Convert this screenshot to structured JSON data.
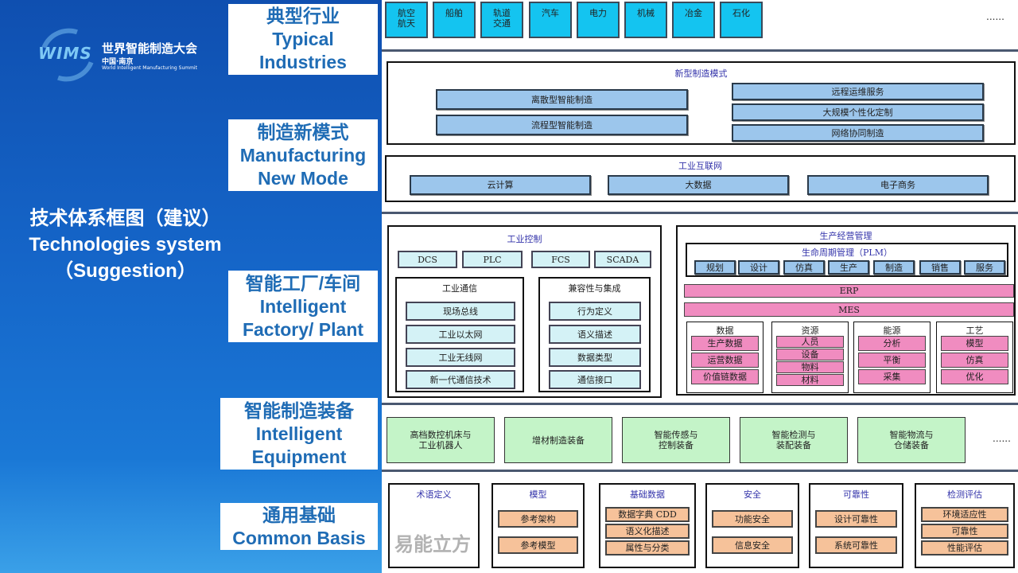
{
  "logo": {
    "mark": "WIMS",
    "cn": "世界智能制造大会",
    "city": "中国·南京",
    "en": "World Intelligent Manufacturing Summit"
  },
  "heading": {
    "cn": "技术体系框图（建议）",
    "en1": "Technologies system",
    "en2": "（Suggestion）"
  },
  "labels": {
    "industries": {
      "cn": "典型行业",
      "en1": "Typical",
      "en2": "Industries"
    },
    "mode": {
      "cn": "制造新模式",
      "en1": "Manufacturing",
      "en2": "New Mode"
    },
    "factory": {
      "cn": "智能工厂/车间",
      "en1": "Intelligent",
      "en2": "Factory/ Plant"
    },
    "equipment": {
      "cn": "智能制造装备",
      "en1": "Intelligent",
      "en2": "Equipment"
    },
    "basis": {
      "cn": "通用基础",
      "en1": "Common Basis"
    }
  },
  "industries": [
    "航空\n航天",
    "船舶",
    "轨道\n交通",
    "汽车",
    "电力",
    "机械",
    "冶金",
    "石化"
  ],
  "ellipsis": "......",
  "new_mode": {
    "title": "新型制造模式",
    "left": [
      "离散型智能制造",
      "流程型智能制造"
    ],
    "right": [
      "远程运维服务",
      "大规模个性化定制",
      "网络协同制造"
    ]
  },
  "internet": {
    "title": "工业互联网",
    "items": [
      "云计算",
      "大数据",
      "电子商务"
    ]
  },
  "control": {
    "title": "工业控制",
    "systems": [
      "DCS",
      "PLC",
      "FCS",
      "SCADA"
    ],
    "comm": {
      "title": "工业通信",
      "items": [
        "现场总线",
        "工业以太网",
        "工业无线网",
        "新一代通信技术"
      ]
    },
    "compat": {
      "title": "兼容性与集成",
      "items": [
        "行为定义",
        "语义描述",
        "数据类型",
        "通信接口"
      ]
    }
  },
  "mgmt": {
    "title": "生产经营管理",
    "plm": {
      "title": "生命周期管理（PLM）",
      "items": [
        "规划",
        "设计",
        "仿真",
        "生产",
        "制造",
        "销售",
        "服务"
      ]
    },
    "erp": "ERP",
    "mes": "MES",
    "groups": [
      {
        "title": "数据",
        "items": [
          "生产数据",
          "运营数据",
          "价值链数据"
        ]
      },
      {
        "title": "资源",
        "items": [
          "人员",
          "设备",
          "物料",
          "材料"
        ]
      },
      {
        "title": "能源",
        "items": [
          "分析",
          "平衡",
          "采集"
        ]
      },
      {
        "title": "工艺",
        "items": [
          "模型",
          "仿真",
          "优化"
        ]
      }
    ]
  },
  "equipment": [
    "高档数控机床与\n工业机器人",
    "增材制造装备",
    "智能传感与\n控制装备",
    "智能检测与\n装配装备",
    "智能物流与\n仓储装备"
  ],
  "basis": [
    {
      "title": "术语定义",
      "items": []
    },
    {
      "title": "模型",
      "items": [
        "参考架构",
        "参考模型"
      ]
    },
    {
      "title": "基础数据",
      "items": [
        "数据字典 CDD",
        "语义化描述",
        "属性与分类"
      ]
    },
    {
      "title": "安全",
      "items": [
        "功能安全",
        "信息安全"
      ]
    },
    {
      "title": "可靠性",
      "items": [
        "设计可靠性",
        "系统可靠性"
      ]
    },
    {
      "title": "检测评估",
      "items": [
        "环境适应性",
        "可靠性",
        "性能评估"
      ]
    }
  ],
  "watermark": "易能立方"
}
